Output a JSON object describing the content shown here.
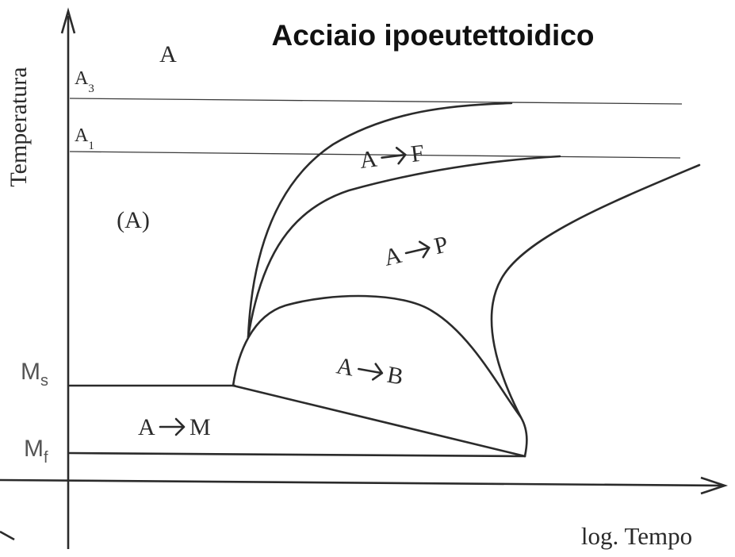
{
  "title": "Acciaio ipoeutettoidico",
  "axes": {
    "ylabel": "Temperatura",
    "xlabel": "log. Tempo"
  },
  "levels": {
    "a3": {
      "main": "A",
      "sub": "3"
    },
    "a1": {
      "main": "A",
      "sub": "1"
    },
    "ms": {
      "main": "M",
      "sub": "s"
    },
    "mf": {
      "main": "M",
      "sub": "f"
    }
  },
  "regions": {
    "austenite_top": "A",
    "austenite": "(A)",
    "a_to_f": {
      "from": "A",
      "to": "F"
    },
    "a_to_p": {
      "from": "A",
      "to": "P"
    },
    "a_to_b": {
      "from": "A",
      "to": "B"
    },
    "a_to_m": {
      "from": "A",
      "to": "M"
    }
  },
  "colors": {
    "line": "#2b2b2b",
    "text": "#2a2a2a",
    "ms_mf_text": "#555555",
    "background": "#ffffff"
  }
}
